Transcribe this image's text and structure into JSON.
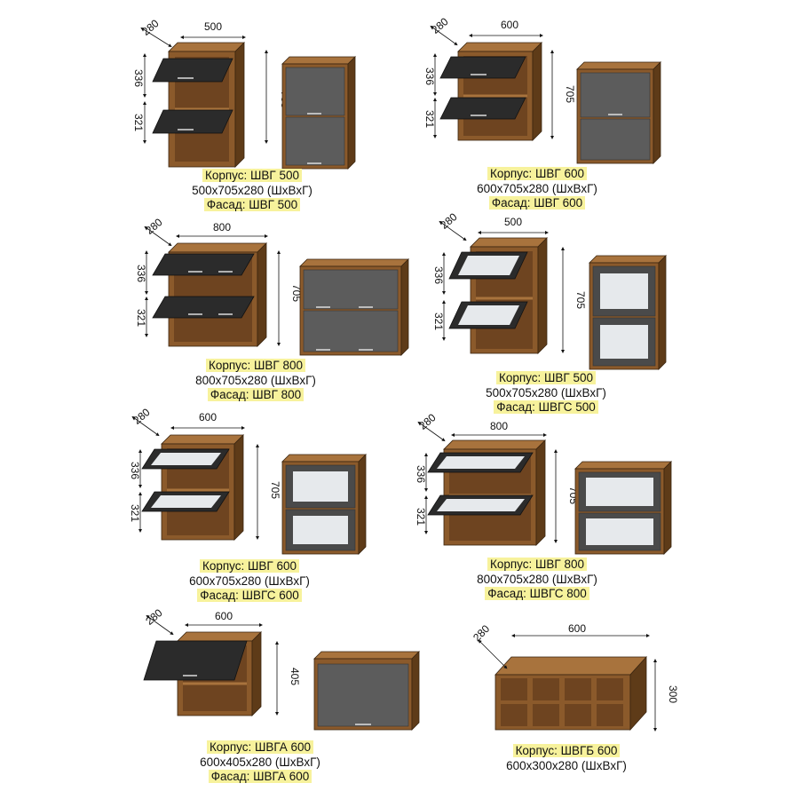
{
  "colors": {
    "wood": "#8b5a2b",
    "wood_dark": "#5e3b18",
    "wood_light": "#a8733d",
    "facade_dark": "#2b2b2b",
    "facade_grey": "#5c5c5c",
    "glass": "#e6e9ec",
    "caption_highlight": "#f7f29c"
  },
  "units": [
    {
      "id": "shvg500",
      "open_dims": {
        "width": "500",
        "depth": "280",
        "height": "705",
        "upper": "336",
        "lower": "321"
      },
      "caption": {
        "korpus": "Корпус: ШВГ 500",
        "size": "500х705х280 (ШхВхГ)",
        "fasad": "Фасад: ШВГ 500"
      }
    },
    {
      "id": "shvg600",
      "open_dims": {
        "width": "600",
        "depth": "280",
        "height": "705",
        "upper": "336",
        "lower": "321"
      },
      "caption": {
        "korpus": "Корпус: ШВГ 600",
        "size": "600х705х280 (ШхВхГ)",
        "fasad": "Фасад: ШВГ 600"
      }
    },
    {
      "id": "shvg800",
      "open_dims": {
        "width": "800",
        "depth": "280",
        "height": "705",
        "upper": "336",
        "lower": "321"
      },
      "caption": {
        "korpus": "Корпус: ШВГ 800",
        "size": "800х705х280 (ШхВхГ)",
        "fasad": "Фасад: ШВГ 800"
      }
    },
    {
      "id": "shvgs500",
      "open_dims": {
        "width": "500",
        "depth": "280",
        "height": "705",
        "upper": "336",
        "lower": "321"
      },
      "caption": {
        "korpus": "Корпус: ШВГ 500",
        "size": "500х705х280 (ШхВхГ)",
        "fasad": "Фасад: ШВГС 500"
      }
    },
    {
      "id": "shvgs600",
      "open_dims": {
        "width": "600",
        "depth": "280",
        "height": "705",
        "upper": "336",
        "lower": "321"
      },
      "caption": {
        "korpus": "Корпус: ШВГ 600",
        "size": "600х705х280 (ШхВхГ)",
        "fasad": "Фасад: ШВГС 600"
      }
    },
    {
      "id": "shvgs800",
      "open_dims": {
        "width": "800",
        "depth": "280",
        "height": "705",
        "upper": "336",
        "lower": "321"
      },
      "caption": {
        "korpus": "Корпус: ШВГ 800",
        "size": "800х705х280 (ШхВхГ)",
        "fasad": "Фасад: ШВГС 800"
      }
    },
    {
      "id": "shvga600",
      "open_dims": {
        "width": "600",
        "depth": "280",
        "height": "405"
      },
      "caption": {
        "korpus": "Корпус: ШВГА 600",
        "size": "600х405х280 (ШхВхГ)",
        "fasad": "Фасад: ШВГА 600"
      }
    },
    {
      "id": "shvgb600",
      "open_dims": {
        "width": "600",
        "depth": "280",
        "height": "300"
      },
      "caption": {
        "korpus": "Корпус: ШВГБ 600",
        "size": "600х300х280 (ШхВхГ)"
      }
    }
  ]
}
